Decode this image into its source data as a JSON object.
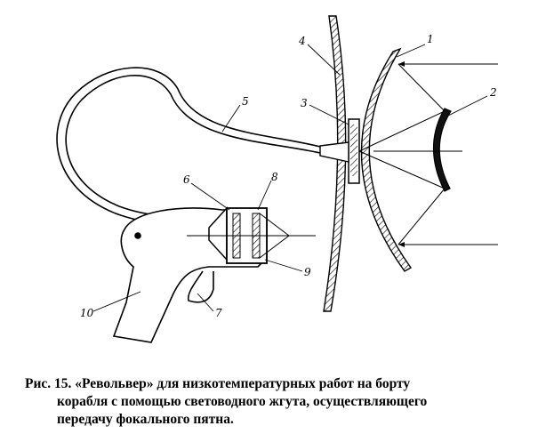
{
  "figure": {
    "labels": {
      "mirror": "1",
      "focusing_mirror": "2",
      "input_end": "3",
      "hull": "4",
      "fiber_bundle": "5",
      "output_head": "6",
      "trigger": "7",
      "lens_unit": "8",
      "casing": "9",
      "grip": "10"
    }
  },
  "caption": {
    "line1": "Рис. 15. «Револьвер» для низкотемпературных работ на борту",
    "line2": "корабля с помощью световодного жгута, осуществляющего",
    "line3": "передачу фокального пятна."
  }
}
